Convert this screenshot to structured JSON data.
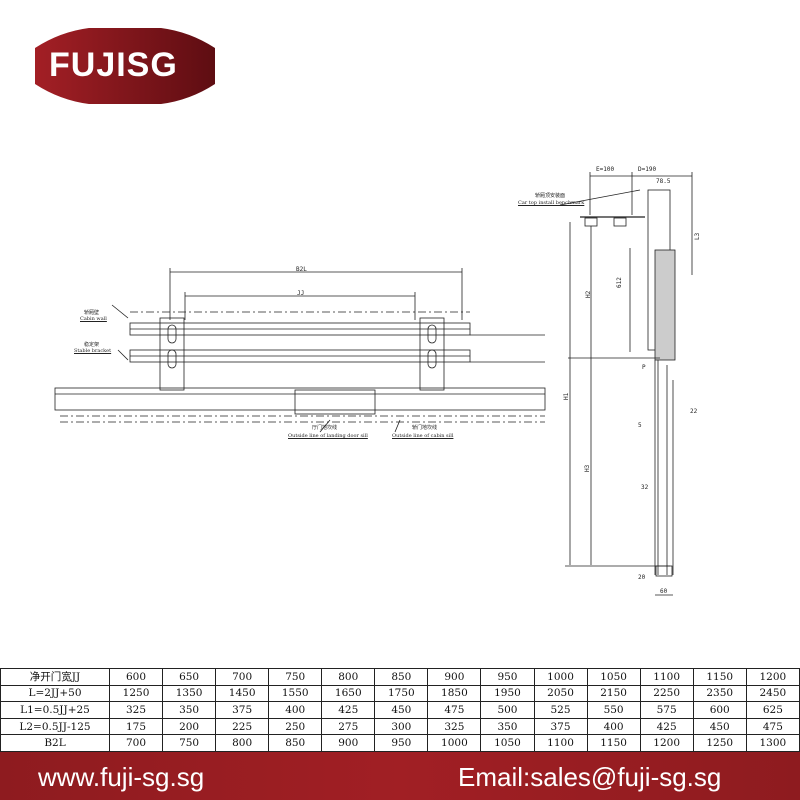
{
  "brand": {
    "logo_text": "FUJISG",
    "color": "#9b1c22"
  },
  "drawing": {
    "front": {
      "dim_b2l": "B2L",
      "dim_jj": "JJ",
      "cabin_wall_cn": "轿厢壁",
      "cabin_wall_en": "Cabin wall",
      "stable_bracket_cn": "稳定架",
      "stable_bracket_en": "Stable bracket",
      "landing_sill_cn": "厅门地坎线",
      "landing_sill_en": "Outside line of landing door sill",
      "cabin_sill_cn": "轿门地坎线",
      "cabin_sill_en": "Outside line of cabin sill"
    },
    "side": {
      "car_top_cn": "轿厢顶安装面",
      "car_top_en": "Car top install benchmark",
      "dims": {
        "e": "E=100",
        "d": "D=190",
        "d785": "78.5",
        "l3": "L3",
        "d612": "612",
        "h2": "H2",
        "h1": "H1",
        "p": "P",
        "d22": "22",
        "d5": "5",
        "h3": "H3",
        "d32": "32",
        "d20": "20",
        "d60": "60"
      }
    }
  },
  "table": {
    "rows": [
      {
        "label": "净开门宽JJ",
        "values": [
          "600",
          "650",
          "700",
          "750",
          "800",
          "850",
          "900",
          "950",
          "1000",
          "1050",
          "1100",
          "1150",
          "1200"
        ]
      },
      {
        "label": "L=2JJ+50",
        "values": [
          "1250",
          "1350",
          "1450",
          "1550",
          "1650",
          "1750",
          "1850",
          "1950",
          "2050",
          "2150",
          "2250",
          "2350",
          "2450"
        ]
      },
      {
        "label": "L1=0.5JJ+25",
        "values": [
          "325",
          "350",
          "375",
          "400",
          "425",
          "450",
          "475",
          "500",
          "525",
          "550",
          "575",
          "600",
          "625"
        ]
      },
      {
        "label": "L2=0.5JJ-125",
        "values": [
          "175",
          "200",
          "225",
          "250",
          "275",
          "300",
          "325",
          "350",
          "375",
          "400",
          "425",
          "450",
          "475"
        ]
      },
      {
        "label": "B2L",
        "values": [
          "700",
          "750",
          "800",
          "850",
          "900",
          "950",
          "1000",
          "1050",
          "1100",
          "1150",
          "1200",
          "1250",
          "1300"
        ]
      }
    ]
  },
  "footer": {
    "website": "www.fuji-sg.sg",
    "email": "Email:sales@fuji-sg.sg"
  }
}
